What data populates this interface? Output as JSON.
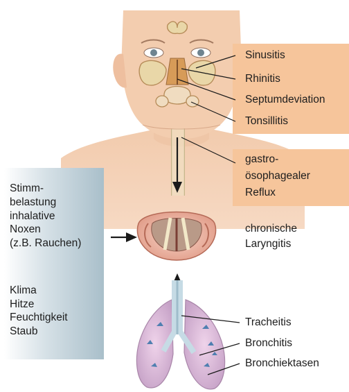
{
  "causes_upper": {
    "sinusitis": "Sinusitis",
    "rhinitis": "Rhinitis",
    "septum": "Septumdeviation",
    "tonsillitis": "Tonsillitis",
    "reflux": [
      "gastro-",
      "ösophagealer",
      "Reflux"
    ]
  },
  "center": {
    "label": [
      "chronische",
      "Laryngitis"
    ]
  },
  "causes_external": {
    "group1": [
      "Stimm-",
      "belastung",
      "inhalative",
      "Noxen",
      "(z.B. Rauchen)"
    ],
    "group2": [
      "Klima",
      "Hitze",
      "Feuchtigkeit",
      "Staub"
    ]
  },
  "causes_lower": {
    "tracheitis": "Tracheitis",
    "bronchitis": "Bronchitis",
    "bronchiectasis": "Bronchiektasen"
  },
  "colors": {
    "label_box": "#f6c59b",
    "side_box": "#a9bfca",
    "skin": "#f4cfb2",
    "arrow": "#1a1a1a"
  }
}
